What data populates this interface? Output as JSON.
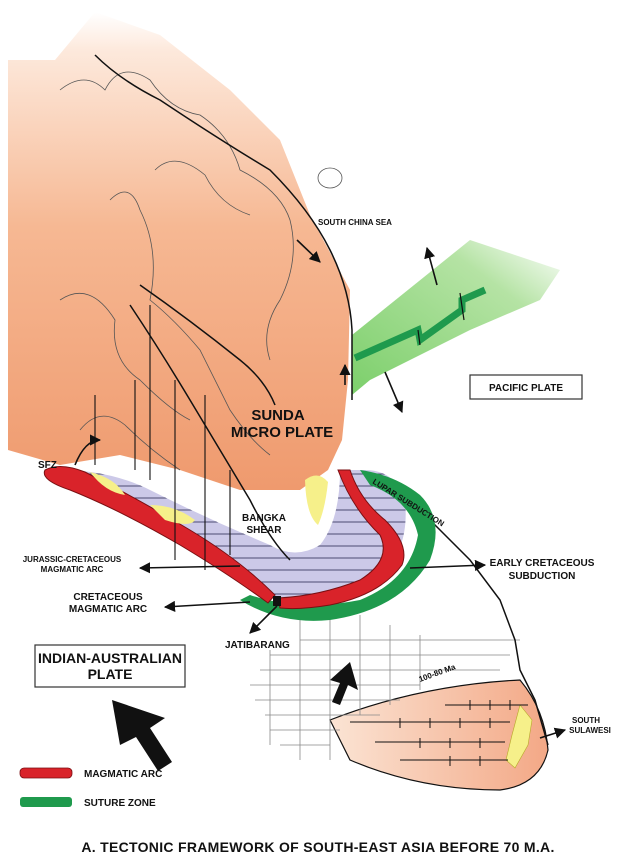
{
  "labels": {
    "south_china_sea": "SOUTH CHINA SEA",
    "pacific_plate": "PACIFIC PLATE",
    "sunda_line1": "SUNDA",
    "sunda_line2": "MICRO  PLATE",
    "sfz": "SFZ",
    "bangka_line1": "BANGKA",
    "bangka_line2": "SHEAR",
    "lupar": "LUPAR SUBDUCTION",
    "jurassic_line1": "JURASSIC-CRETACEOUS",
    "jurassic_line2": "MAGMATIC ARC",
    "cret_line1": "CRETACEOUS",
    "cret_line2": "MAGMATIC ARC",
    "early_line1": "EARLY CRETACEOUS",
    "early_line2": "SUBDUCTION",
    "jatibarang": "JATIBARANG",
    "indian_line1": "INDIAN-AUSTRALIAN",
    "indian_line2": "PLATE",
    "age": "100-80 Ma",
    "south_sulawesi_line1": "SOUTH",
    "south_sulawesi_line2": "SULAWESI"
  },
  "legend": [
    {
      "label": "MAGMATIC ARC",
      "color": "#d9232a"
    },
    {
      "label": "SUTURE ZONE",
      "color": "#1f9a4d"
    }
  ],
  "caption": "A. TECTONIC FRAMEWORK OF SOUTH-EAST ASIA BEFORE 70 M.A.",
  "colors": {
    "plate": "#f2a47c",
    "plate_light": "#fbe2d2",
    "basin": "#c9c6e6",
    "arc": "#d9232a",
    "suture": "#1f9a4d",
    "ridge": "#8fd17a",
    "yellow": "#f6f08a"
  }
}
